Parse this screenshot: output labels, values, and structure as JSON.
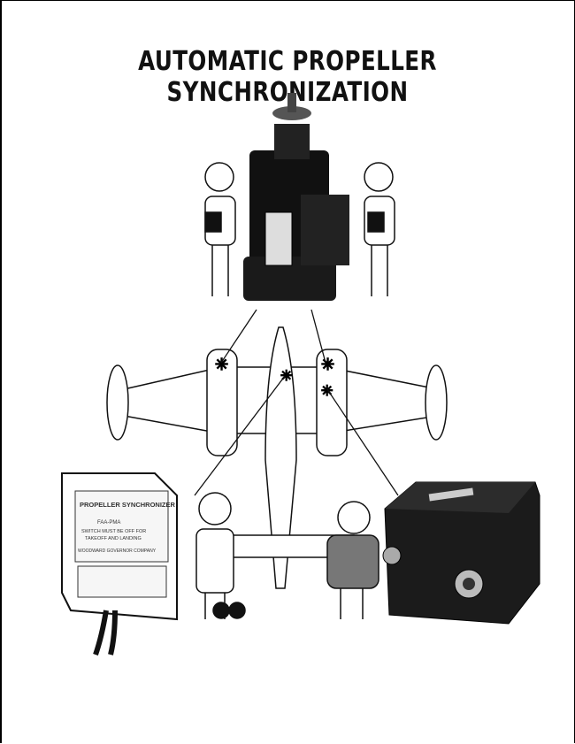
{
  "title": "AUTOMATIC PROPELLER SYNCHRONIZATION",
  "synchronizer_plate": {
    "name": "PROPELLER SYNCHRONIZER",
    "approval": "FAA-PMA",
    "warning_line1": "SWITCH MUST BE OFF FOR",
    "warning_line2": "TAKEOFF AND LANDING",
    "maker": "WOODWARD GOVERNOR COMPANY"
  }
}
